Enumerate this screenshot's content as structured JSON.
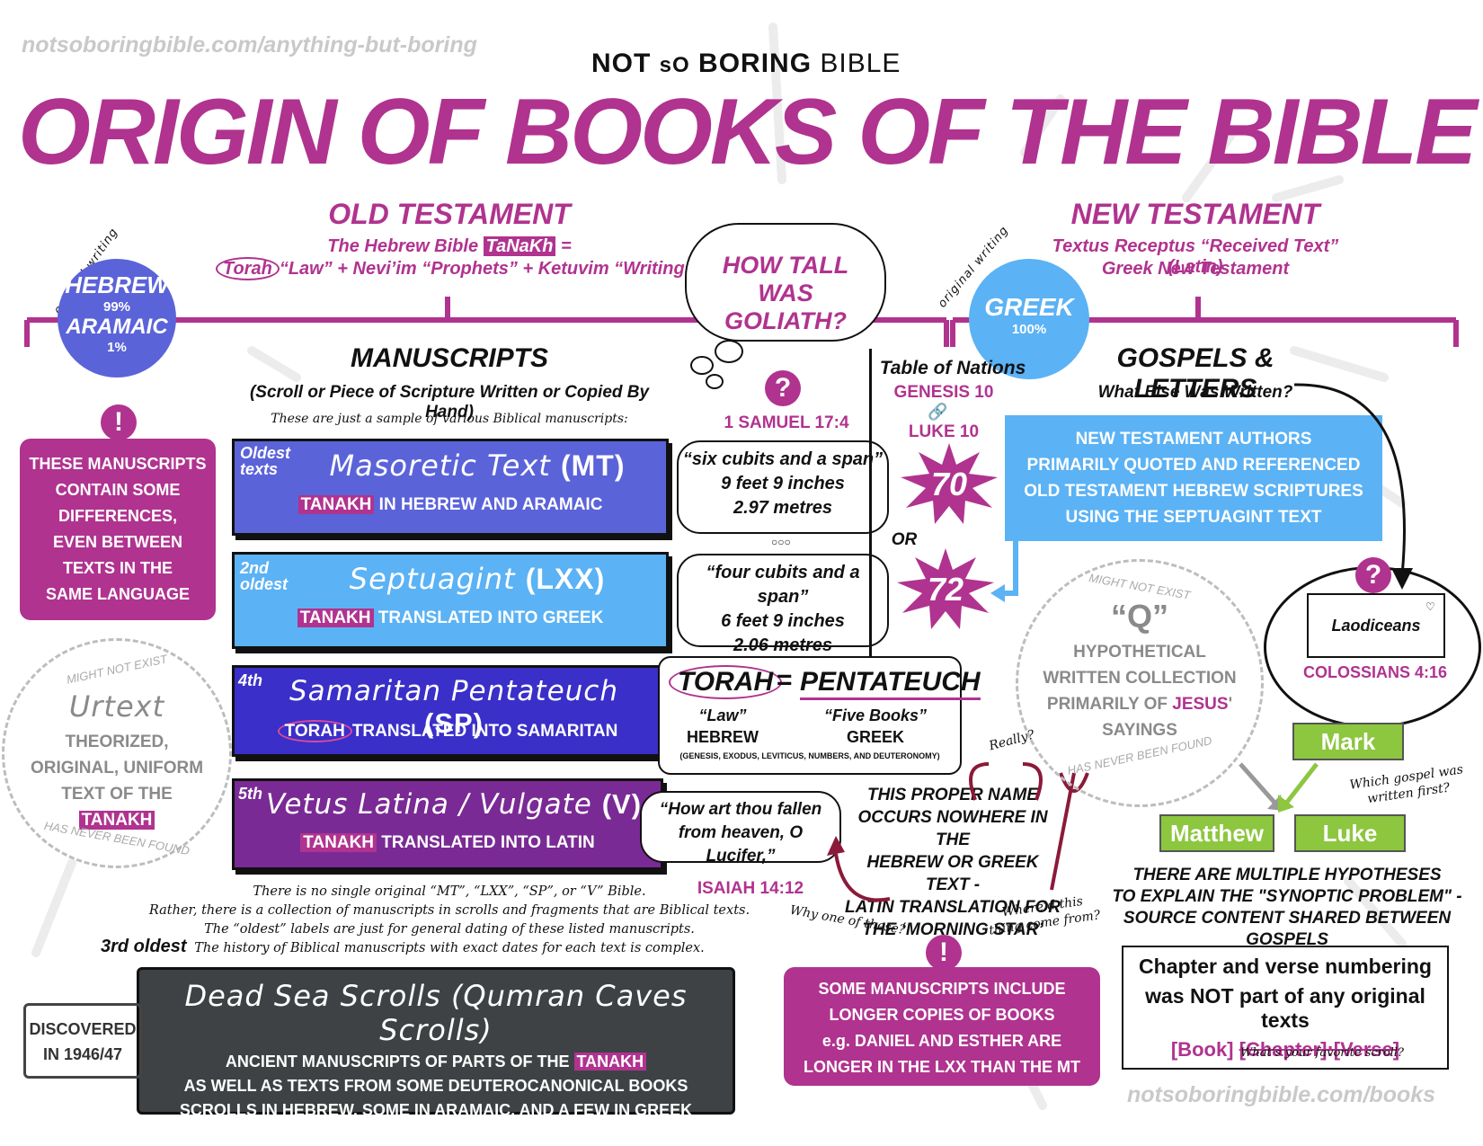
{
  "header": {
    "url_top": "notsoboringbible.com/anything-but-boring",
    "brand_not": "NOT",
    "brand_so": "sO",
    "brand_boring": "BORING",
    "brand_bible": "BIBLE",
    "title": "ORIGIN OF BOOKS OF THE BIBLE"
  },
  "old_testament": {
    "heading": "OLD TESTAMENT",
    "line1_pre": "The Hebrew Bible",
    "line1_tag": "TaNaKh",
    "line1_post": "=",
    "line2_torah": "Torah",
    "line2_rest": "“Law” + Nevi’im “Prophets” + Ketuvim “Writings”"
  },
  "new_testament": {
    "heading": "NEW TESTAMENT",
    "line1": "Textus Receptus “Received Text” (Latin)",
    "line2": "Greek New Testament"
  },
  "hebrew_circle": {
    "label": "original writing",
    "lang1": "HEBREW",
    "pct1": "99%",
    "lang2": "ARAMAIC",
    "pct2": "1%"
  },
  "greek_circle": {
    "label": "original writing",
    "lang": "GREEK",
    "pct": "100%"
  },
  "goliath": {
    "cloud": "HOW TALL WAS GOLIATH?",
    "mark": "?",
    "ref": "1 SAMUEL 17:4",
    "bubble1": [
      "“six cubits and a span”",
      "9 feet 9 inches",
      "2.97 metres"
    ],
    "bubble2": [
      "“four cubits and a span”",
      "6 feet 9 inches",
      "2.06 metres"
    ]
  },
  "manuscripts": {
    "heading": "MANUSCRIPTS",
    "sub": "(Scroll or Piece of Scripture Written or Copied By Hand)",
    "note": "These are just a sample of various Biblical manuscripts:",
    "mt": {
      "rank": "Oldest texts",
      "title": "Masoretic Text",
      "abbr": "(MT)",
      "tag": "TANAKH",
      "desc": "IN HEBREW AND ARAMAIC",
      "color": "#5b63d9"
    },
    "lxx": {
      "rank": "2nd oldest",
      "title": "Septuagint",
      "abbr": "(LXX)",
      "tag": "TANAKH",
      "desc": "TRANSLATED INTO GREEK",
      "color": "#5bb2f5"
    },
    "sp": {
      "rank": "4th",
      "title": "Samaritan Pentateuch",
      "abbr": "(SP)",
      "tag": "TORAH",
      "desc": "TRANSLATED INTO SAMARITAN",
      "color": "#3a2fc8"
    },
    "v": {
      "rank": "5th",
      "title": "Vetus Latina / Vulgate",
      "abbr": "(V)",
      "tag": "TANAKH",
      "desc": "TRANSLATED INTO LATIN",
      "color": "#7a2a95"
    },
    "footnote": [
      "There is no single original “MT”, “LXX”, “SP”, or “V” Bible.",
      "Rather, there is a collection of manuscripts in scrolls and fragments that are Biblical texts.",
      "The “oldest” labels are just for general dating of these listed manuscripts.",
      "The history of Biblical manuscripts with exact dates for each text is complex."
    ]
  },
  "differences_box": {
    "mark": "!",
    "text": [
      "THESE MANUSCRIPTS",
      "CONTAIN SOME",
      "DIFFERENCES,",
      "EVEN BETWEEN",
      "TEXTS IN THE",
      "SAME LANGUAGE"
    ]
  },
  "urtext": {
    "top": "MIGHT NOT EXIST",
    "title": "Urtext",
    "lines": [
      "THEORIZED,",
      "ORIGINAL, UNIFORM",
      "TEXT OF THE"
    ],
    "tag": "TANAKH",
    "bottom": "HAS NEVER BEEN FOUND"
  },
  "torah_box": {
    "left": "TORAH",
    "eq": "=",
    "right": "PENTATEUCH",
    "law": "“Law”",
    "hebrew": "HEBREW",
    "five": "“Five Books”",
    "greek": "GREEK",
    "books": "(GENESIS, EXODUS, LEVITICUS, NUMBERS, AND DEUTERONOMY)"
  },
  "lucifer": {
    "bubble": [
      "“How art thou fallen",
      "from heaven, O Lucifer,”"
    ],
    "ref": "ISAIAH 14:12",
    "why": "Why one of these?",
    "really": "Really?",
    "note": [
      "THIS PROPER NAME",
      "OCCURS NOWHERE IN THE",
      "HEBREW OR GREEK TEXT -",
      "LATIN TRANSLATION FOR",
      "THE ‘MORNING STAR’"
    ],
    "where": "Where’d this thing come from?"
  },
  "nations": {
    "title": "Table of Nations",
    "ref1": "GENESIS 10",
    "ref2": "LUKE 10",
    "n1": "70",
    "or": "OR",
    "n2": "72"
  },
  "gospels": {
    "heading": "GOSPELS & LETTERS",
    "sub": "What Else Was Written?",
    "blue_box": [
      "NEW TESTAMENT AUTHORS",
      "PRIMARILY QUOTED AND REFERENCED",
      "OLD TESTAMENT HEBREW SCRIPTURES",
      "USING THE SEPTUAGINT TEXT"
    ]
  },
  "q_source": {
    "top": "MIGHT NOT EXIST",
    "title": "“Q”",
    "lines": [
      "HYPOTHETICAL",
      "WRITTEN COLLECTION"
    ],
    "line3_pre": "PRIMARILY OF",
    "line3_name": "JESUS",
    "line3_post": "'",
    "line4": "SAYINGS",
    "bottom": "HAS NEVER BEEN FOUND"
  },
  "laodiceans": {
    "mark": "?",
    "title": "Laodiceans",
    "ref": "COLOSSIANS 4:16"
  },
  "synoptic": {
    "mark": "Mark",
    "matthew": "Matthew",
    "luke": "Luke",
    "question": "Which gospel was written first?",
    "text": [
      "THERE ARE MULTIPLE HYPOTHESES",
      "TO EXPLAIN THE \"SYNOPTIC PROBLEM\" -",
      "SOURCE CONTENT SHARED BETWEEN GOSPELS"
    ]
  },
  "chapter_box": {
    "line1": "Chapter and verse numbering",
    "line2": "was NOT part of any original texts",
    "book": "[Book]",
    "chapter_verse": "[Chapter]:[Verse]",
    "scroll": "What’s your favorite scroll?"
  },
  "longer_box": {
    "mark": "!",
    "text": [
      "SOME MANUSCRIPTS INCLUDE",
      "LONGER COPIES OF BOOKS",
      "e.g. DANIEL AND ESTHER ARE",
      "LONGER IN THE LXX THAN THE MT"
    ]
  },
  "dead_sea": {
    "rank": "3rd oldest",
    "title": "Dead Sea Scrolls (Qumran Caves Scrolls)",
    "line1_pre": "ANCIENT MANUSCRIPTS OF PARTS OF THE",
    "line1_tag": "TANAKH",
    "line2": "AS WELL AS TEXTS FROM SOME DEUTEROCANONICAL BOOKS",
    "line3": "SCROLLS IN HEBREW, SOME IN ARAMAIC, AND A FEW IN GREEK",
    "discovered": [
      "DISCOVERED",
      "IN 1946/47"
    ]
  },
  "footer": {
    "url_bottom": "notsoboringbible.com/books"
  },
  "colors": {
    "magenta": "#b0338f",
    "blue": "#5bb2f5",
    "green": "#8dc63f",
    "dark": "#3e4244"
  }
}
